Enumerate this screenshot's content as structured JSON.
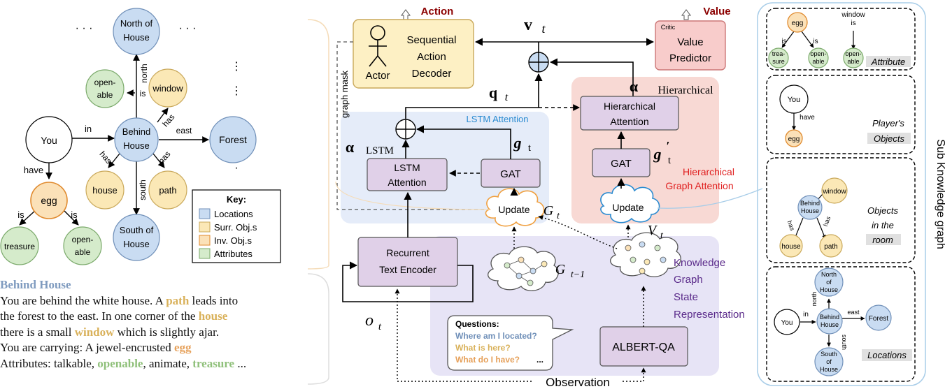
{
  "colors": {
    "location": "#c9dcf2",
    "surr_obj": "#fbe8b6",
    "inv_obj": "#fbe1b8",
    "attribute": "#d5ebcb",
    "module": "#e0d0e8",
    "actor_box": "#fdf0c4",
    "value_box": "#f8cccb",
    "lstm_region": "#e5ecf9",
    "hier_region": "#f8d9d4",
    "kg_region": "#e7e4f6",
    "dark_red": "#8b0000"
  },
  "graph": {
    "ellipsis": "· · ·",
    "nodes": {
      "north_of_house": [
        "North of",
        "House"
      ],
      "behind_house": [
        "Behind",
        "House"
      ],
      "south_of_house": [
        "South of",
        "House"
      ],
      "forest": "Forest",
      "you": "You",
      "egg": "egg",
      "window": "window",
      "house": "house",
      "path": "path",
      "openable_top": [
        "open-",
        "able"
      ],
      "treasure": "treasure",
      "openable_bottom": [
        "open-",
        "able"
      ]
    },
    "edges": {
      "north": "north",
      "is_top": "is",
      "has_window": "has",
      "in": "in",
      "east": "east",
      "has_house": "has",
      "has_path": "has",
      "south": "south",
      "have": "have",
      "is_left": "is",
      "is_right": "is"
    },
    "key": {
      "title": "Key:",
      "items": [
        "Locations",
        "Surr. Obj.s",
        "Inv. Obj.s",
        "Attributes"
      ]
    }
  },
  "observation": {
    "title": "Behind House",
    "line1_a": "You are behind the white house. A ",
    "line1_kw": "path",
    "line1_b": " leads into",
    "line2_a": "the forest to the east. In one corner of the ",
    "line2_kw": "house",
    "line3_a": "there is a small ",
    "line3_kw": "window",
    "line3_b": " which is slightly ajar.",
    "line4_a": "You are carrying: A jewel-encrusted ",
    "line4_kw": "egg",
    "line5_a": "Attributes: talkable, ",
    "line5_kw1": "openable",
    "line5_b": ", animate, ",
    "line5_kw2": "treasure",
    "line5_c": " ..."
  },
  "arch": {
    "action_label": "Action",
    "value_label": "Value",
    "actor_label": "Actor",
    "decoder": [
      "Sequential",
      "Action",
      "Decoder"
    ],
    "critic": "Critic",
    "value_predictor": [
      "Value",
      "Predictor"
    ],
    "v_t": "v",
    "v_t_sub": "t",
    "q_t": "q",
    "q_t_sub": "t",
    "graph_mask": "graph mask",
    "alpha_hier": "α",
    "alpha_hier_sub": "Hierarchical",
    "alpha_lstm": "α",
    "alpha_lstm_sub": "LSTM",
    "lstm_attention_region": "LSTM Attention",
    "lstm_attention_box": [
      "LSTM",
      "Attention"
    ],
    "gat_left": "GAT",
    "g_t": "g",
    "g_t_sub": "t",
    "hier_attention_box": [
      "Hierarchical",
      "Attention"
    ],
    "gat_right": "GAT",
    "g_prime": "g",
    "g_prime_sub": "t",
    "g_prime_sup": "′",
    "hier_graph_attention": [
      "Hierarchical",
      "Graph Attention"
    ],
    "update_left": "Update",
    "update_right": "Update",
    "G_t": "G",
    "G_t_sub": "t",
    "V_t": "V",
    "V_t_sub": "t",
    "G_t1": "G",
    "G_t1_sub": "t−1",
    "encoder": [
      "Recurrent",
      "Text Encoder"
    ],
    "o_t": "o",
    "o_t_sub": "t",
    "kgsr": [
      "Knowledge",
      "Graph",
      "State",
      "Representation"
    ],
    "questions_title": "Questions:",
    "q1": "Where am I located?",
    "q2": "What is here?",
    "q3": "What do I have?",
    "q_more": "...",
    "albert": "ALBERT-QA",
    "observation": "Observation"
  },
  "sub": {
    "title": "Sub Knowledge graph",
    "panel1": {
      "label": "Attribute",
      "egg": "egg",
      "window_is": [
        "window",
        "is"
      ],
      "is": "is",
      "treasure": [
        "trea-",
        "sure"
      ],
      "openable1": [
        "open-",
        "able"
      ],
      "openable2": [
        "open-",
        "able"
      ]
    },
    "panel2": {
      "label": [
        "Player's",
        "Objects"
      ],
      "you": "You",
      "have": "have",
      "egg": "egg"
    },
    "panel3": {
      "label": [
        "Objects",
        "in the",
        "room"
      ],
      "window": "window",
      "behind": [
        "Behind",
        "House"
      ],
      "has1": "has",
      "has2": "has",
      "has3": "has",
      "house": "house",
      "path": "path"
    },
    "panel4": {
      "label": "Locations",
      "north": [
        "North",
        "of",
        "House"
      ],
      "north_edge": "north",
      "you": "You",
      "in": "in",
      "behind": [
        "Behind",
        "House"
      ],
      "east": "east",
      "forest": "Forest",
      "south_edge": "south",
      "south": [
        "South",
        "of",
        "House"
      ]
    }
  }
}
